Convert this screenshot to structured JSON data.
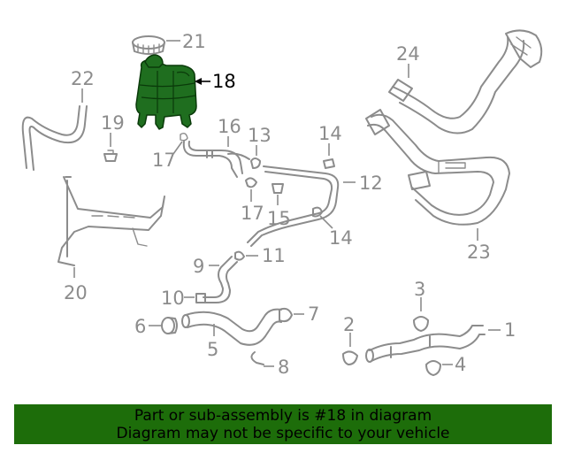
{
  "highlighted_part": "18",
  "callouts": [
    "21",
    "18",
    "22",
    "19",
    "16",
    "13",
    "14",
    "17",
    "12",
    "17",
    "15",
    "14",
    "24",
    "23",
    "20",
    "9",
    "11",
    "10",
    "6",
    "5",
    "7",
    "8",
    "3",
    "2",
    "1",
    "4"
  ],
  "banner": {
    "line1": "Part or sub-assembly is #18 in diagram",
    "line2": "Diagram may not be specific to your vehicle"
  },
  "colors": {
    "highlight_fill": "#1f6e1f",
    "banner_background": "#1d6d0a",
    "part_stroke": "#8c8c8c"
  }
}
